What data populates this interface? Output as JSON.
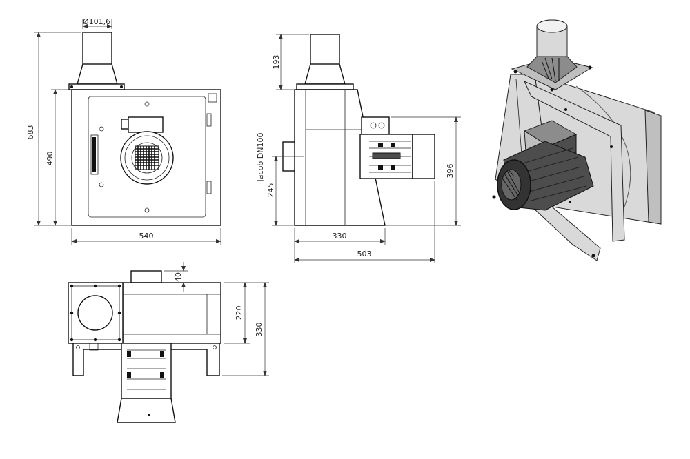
{
  "dimensions": {
    "diameter_top": "Ø101,6",
    "front_height_total": "683",
    "front_height_box": "490",
    "front_width": "540",
    "side_height_top": "193",
    "inlet_label": "Jacob DN100",
    "inlet_height": "245",
    "side_motor_height": "396",
    "side_width_body": "330",
    "side_width_total": "503",
    "top_stub_height": "40",
    "top_depth": "220",
    "top_depth_total": "330"
  }
}
